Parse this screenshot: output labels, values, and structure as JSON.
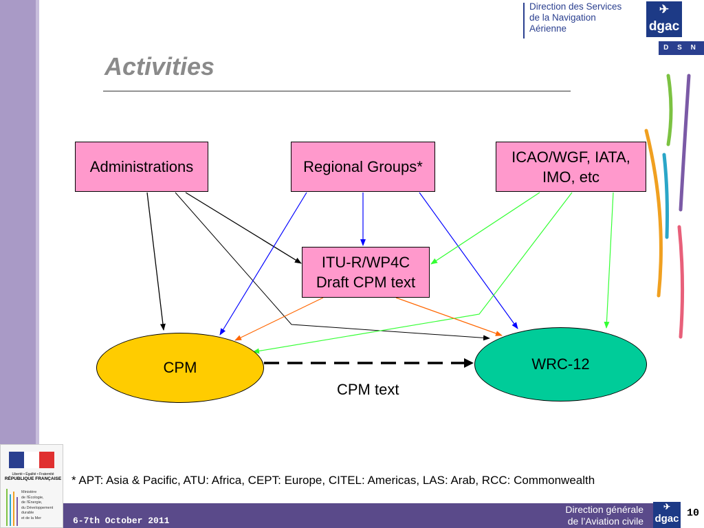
{
  "header": {
    "org_lines": [
      "Direction des Services",
      "de la Navigation",
      "Aérienne"
    ],
    "logo_text": "dgac",
    "dsna_label": "D S N A"
  },
  "slide": {
    "title": "Activities"
  },
  "diagram": {
    "nodes": {
      "administrations": "Administrations",
      "regional_groups": "Regional Groups*",
      "icao": [
        "ICAO/WGF, IATA,",
        "IMO, etc"
      ],
      "itu": [
        "ITU-R/WP4C",
        "Draft CPM text"
      ],
      "cpm": "CPM",
      "wrc": "WRC-12"
    },
    "edge_label": "CPM text",
    "colors": {
      "box_fill": "#ff99cc",
      "cpm_fill": "#ffcc00",
      "wrc_fill": "#00cc99",
      "black_edge": "#000000",
      "blue_edge": "#0000ff",
      "green_edge": "#33ff33",
      "orange_edge": "#ff6600"
    }
  },
  "footnote": "* APT: Asia & Pacific, ATU: Africa, CEPT: Europe, CITEL: Americas, LAS: Arab, RCC: Commonwealth",
  "footer": {
    "date": "6-7th October 2011",
    "org_lines": [
      "Direction générale",
      "de l’Aviation civile"
    ],
    "logo_text": "dgac",
    "page_number": "10",
    "rf_label": "RÉPUBLIQUE FRANÇAISE",
    "rf_motto": "Liberté • Égalité • Fraternité",
    "ministry_lines": [
      "Ministère",
      "de l'Écologie,",
      "de l'Énergie,",
      "du Développement",
      "durable",
      "et de la Mer"
    ]
  }
}
